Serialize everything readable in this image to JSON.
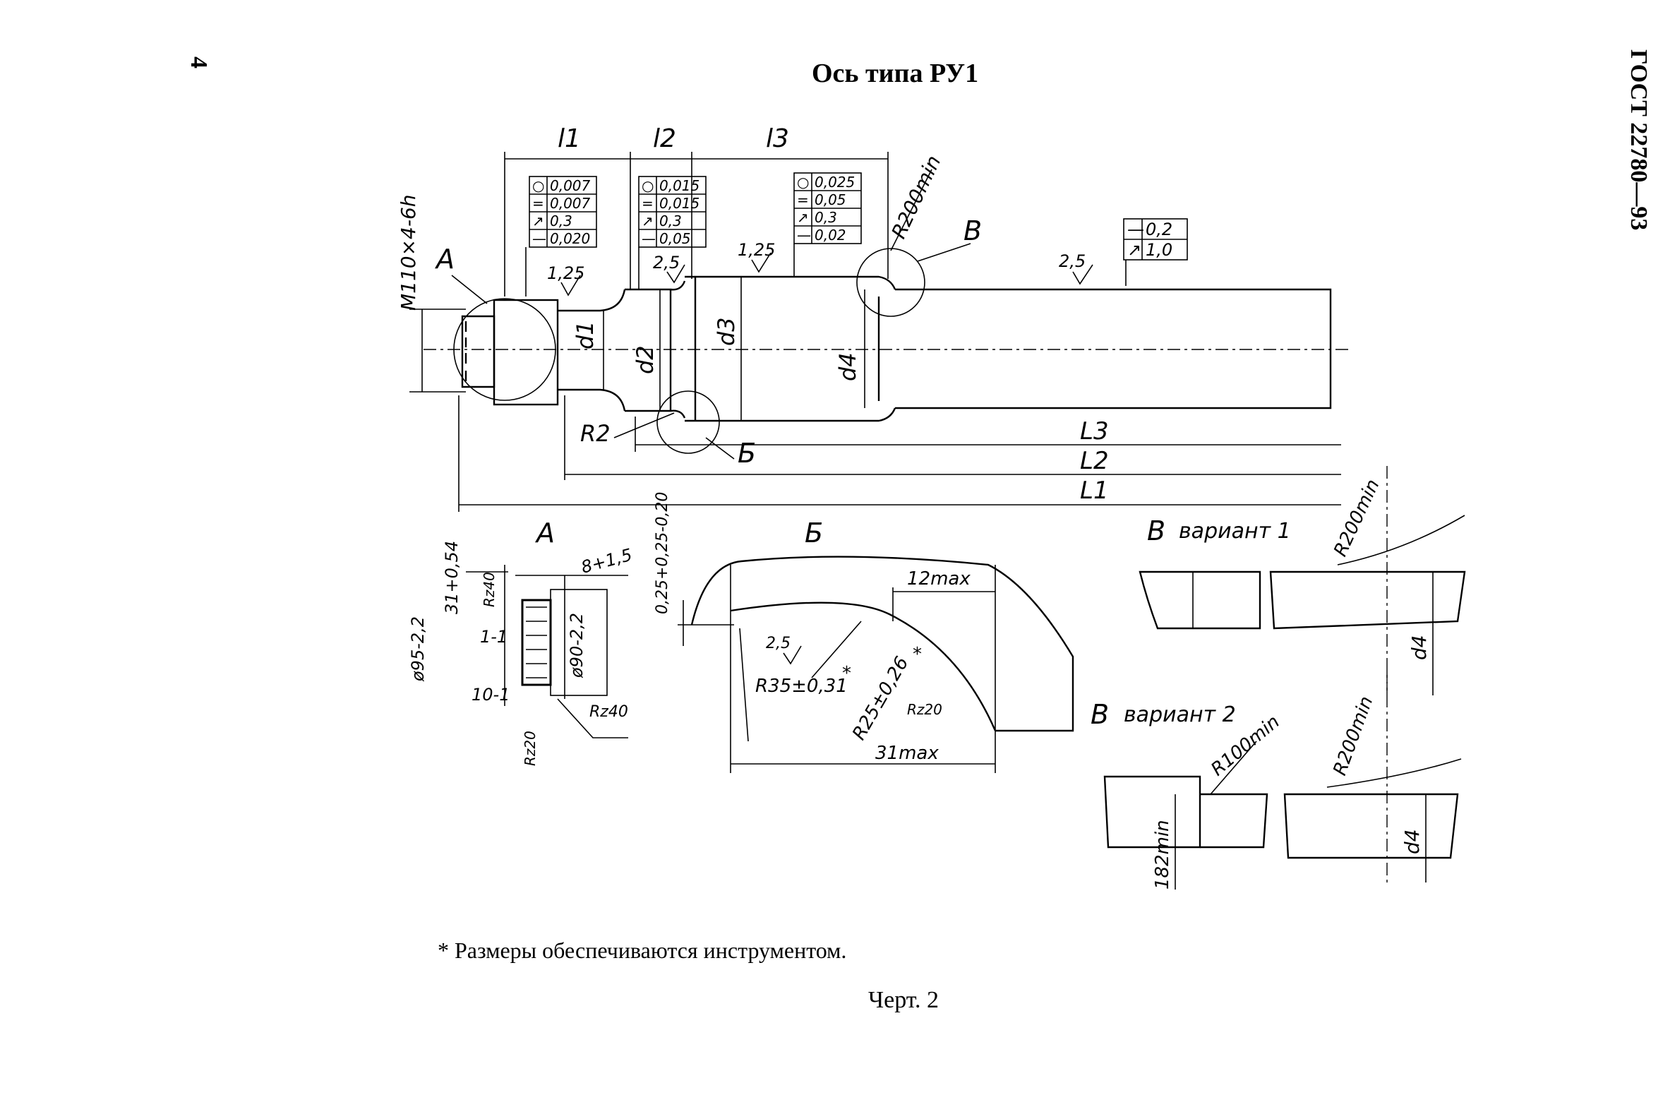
{
  "header": {
    "page_number": "4",
    "title": "Ось типа РУ1",
    "standard": "ГОСТ 22780—93"
  },
  "main_view": {
    "dimensions": {
      "l1": "l1",
      "l2": "l2",
      "l3": "l3",
      "L1": "L1",
      "L2": "L2",
      "L3": "L3",
      "d1": "d1",
      "d2": "d2",
      "d3": "d3",
      "d4": "d4",
      "R2": "R2",
      "thread": "M110×4-6h",
      "R200": "R200min"
    },
    "roughness": [
      "1,25",
      "2,5",
      "1,25",
      "2,5"
    ],
    "tolerance_frames": [
      {
        "rows": [
          {
            "sym": "○",
            "val": "0,007"
          },
          {
            "sym": "=",
            "val": "0,007"
          },
          {
            "sym": "↗",
            "val": "0,3"
          },
          {
            "sym": "—",
            "val": "0,020"
          }
        ]
      },
      {
        "rows": [
          {
            "sym": "○",
            "val": "0,015"
          },
          {
            "sym": "=",
            "val": "0,015"
          },
          {
            "sym": "↗",
            "val": "0,3"
          },
          {
            "sym": "—",
            "val": "0,05"
          }
        ]
      },
      {
        "rows": [
          {
            "sym": "○",
            "val": "0,025"
          },
          {
            "sym": "=",
            "val": "0,05"
          },
          {
            "sym": "↗",
            "val": "0,3"
          },
          {
            "sym": "—",
            "val": "0,02"
          }
        ]
      },
      {
        "rows": [
          {
            "sym": "—",
            "val": "0,2"
          },
          {
            "sym": "↗",
            "val": "1,0"
          }
        ]
      }
    ],
    "views": {
      "A": "А",
      "B": "Б",
      "V": "В"
    }
  },
  "detail_A": {
    "label": "А",
    "dims": {
      "d95": "ø95-2,2",
      "d90": "ø90-2,2",
      "l31": "31+0,54",
      "l8": "8+1,5",
      "l10": "10-1",
      "l1": "1-1",
      "rz40a": "Rz40",
      "rz40b": "Rz40",
      "rz20": "Rz20"
    }
  },
  "detail_B": {
    "label": "Б",
    "dims": {
      "depth": "0,25+0,25-0,20",
      "w12": "12max",
      "w31": "31max",
      "r35": "R35±0,31",
      "r35_star": "*",
      "r25": "R25±0,26",
      "r25_star": "*",
      "rough": "2,5",
      "rz20": "Rz20"
    }
  },
  "detail_V1": {
    "label": "В",
    "variant": "вариант 1",
    "r200": "R200min",
    "d4": "d4"
  },
  "detail_V2": {
    "label": "В",
    "variant": "вариант 2",
    "r100": "R100min",
    "r200": "R200min",
    "h182": "182min",
    "d4": "d4"
  },
  "footnote": "* Размеры обеспечиваются инструментом.",
  "caption": "Черт. 2"
}
